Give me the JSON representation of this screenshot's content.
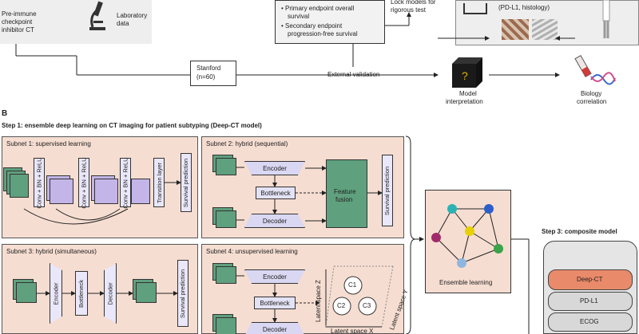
{
  "top": {
    "left_labels": [
      "Pre-immune",
      "checkpoint",
      "inhibitor CT"
    ],
    "lab_label": "Laboratory",
    "lab_label2": "data",
    "endpoints": [
      "Primary endpoint overall",
      "survival",
      "Secondary endpoint",
      "progression-free survival"
    ],
    "lock_text": [
      "Lock models for",
      "rigorous test"
    ],
    "tissue_text": [
      "(PD-L1, histology)"
    ],
    "stanford_title": "Stanford",
    "stanford_n": "(n=60)",
    "external_validation": "External validation",
    "model_interp": [
      "Model",
      "interpretation"
    ],
    "biology": [
      "Biology",
      "correlation"
    ],
    "question_mark": "?"
  },
  "section_b": {
    "letter": "B",
    "step1": "Step 1: ensemble deep learning on CT imaging for patient subtyping (Deep-CT model)",
    "subnet1": {
      "title": "Subnet 1: supervised learning",
      "layers": [
        "Conv + BN + ReLU",
        "Conv + BN + ReLU",
        "Conv + BN + ReLU",
        "Transition layer",
        "Survival prediction"
      ]
    },
    "subnet2": {
      "title": "Subnet 2: hybrid (sequential)",
      "encoder": "Encoder",
      "bottleneck": "Bottleneck",
      "decoder": "Decoder",
      "fusion": [
        "Feature",
        "fusion"
      ],
      "survival": "Survival prediction"
    },
    "subnet3": {
      "title": "Subnet 3: hybrid (simultaneous)",
      "layers": [
        "Encoder",
        "Bottleneck",
        "Decoder",
        "Survival prediction"
      ]
    },
    "subnet4": {
      "title": "Subnet 4: unsupervised learning",
      "encoder": "Encoder",
      "bottleneck": "Bottleneck",
      "decoder": "Decoder",
      "latent_z": "Latent space Z",
      "latent_x": "Latent space X",
      "latent_y": "Latent space Y",
      "clusters": [
        "C1",
        "C2",
        "C3"
      ]
    },
    "ensemble": "Ensemble learning",
    "step3": "Step 3: composite model",
    "composite": [
      "Deep-CT",
      "PD-L1",
      "ECOG"
    ]
  },
  "colors": {
    "pink_bg": "#f6ddd1",
    "green": "#5fa07e",
    "purple": "#c3b5e8",
    "deepct": "#e98a6b"
  }
}
